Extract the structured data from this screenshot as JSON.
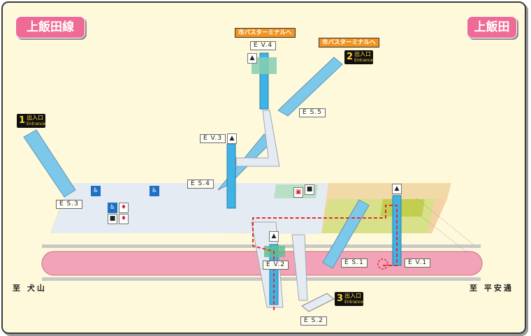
{
  "line_name": "上飯田線",
  "station_name": "上飯田",
  "directions": {
    "left": "至 犬山",
    "right": "至 平安通"
  },
  "elevators": [
    "E V.1",
    "E V.2",
    "E V.3",
    "E V.4"
  ],
  "escalators": [
    "E S.1",
    "E S.2",
    "E S.3",
    "E S.4",
    "E S.5"
  ],
  "bus_terminal_sign": "市バスターミナルへ",
  "exits": [
    {
      "number": "1",
      "label": "出入口",
      "label_en": "Entrance"
    },
    {
      "number": "2",
      "label": "出入口",
      "label_en": "Entrance"
    },
    {
      "number": "3",
      "label": "出入口",
      "label_en": "Entrance"
    }
  ],
  "colors": {
    "background": "#fff9dc",
    "platform": "#f3a3b8",
    "concourse": "#e7ecf3",
    "ticket_area": "#f7d4a6",
    "paid_area": "#d8e08a",
    "elevator": "#3fb3e6",
    "escalator": "#7cc8ea",
    "tab": "#ee6b95",
    "route": "#e0302f",
    "exit_badge": "#101010",
    "bus_sign": "#f2941f"
  },
  "icons": [
    "elevator-icon",
    "wheelchair-icon",
    "restroom-icon",
    "locker-icon",
    "ticket-gate-icon",
    "accessible-route-marker"
  ]
}
